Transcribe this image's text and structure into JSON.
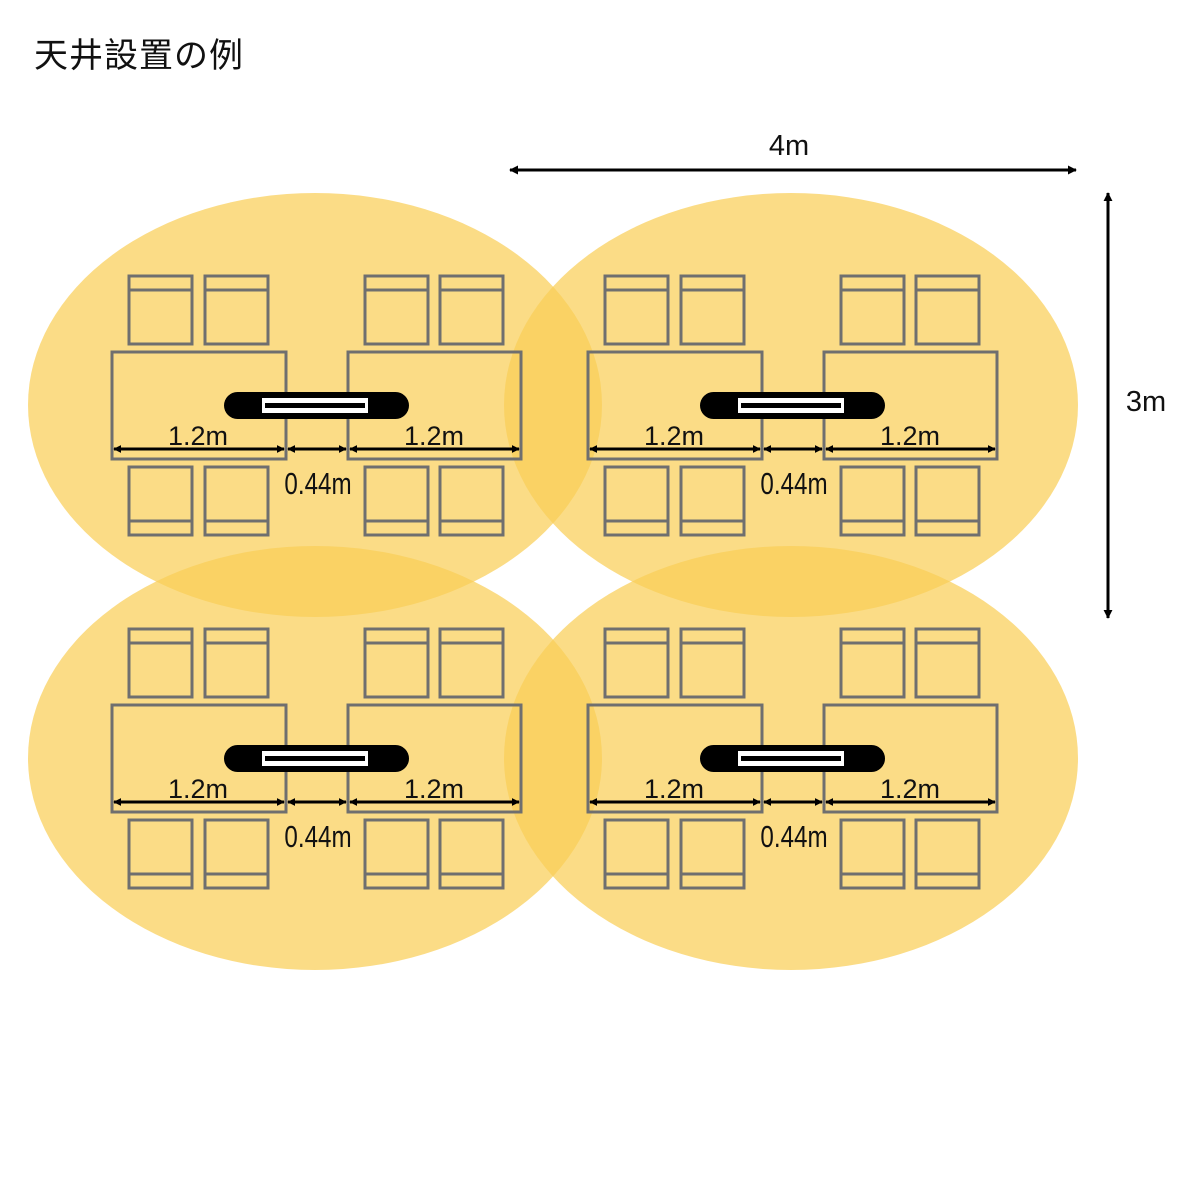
{
  "title": "天井設置の例",
  "overall": {
    "width_label": "4m",
    "height_label": "3m"
  },
  "unit": {
    "table_width_label": "1.2m",
    "gap_label": "0.44m"
  },
  "colors": {
    "coverage_fill": "#f9cf58",
    "furniture_stroke": "#6f6f6f",
    "heater_body": "#000000",
    "arrow": "#000000"
  },
  "icons": [
    "heater-icon",
    "chair-icon",
    "table-icon",
    "dimension-arrow-icon"
  ]
}
